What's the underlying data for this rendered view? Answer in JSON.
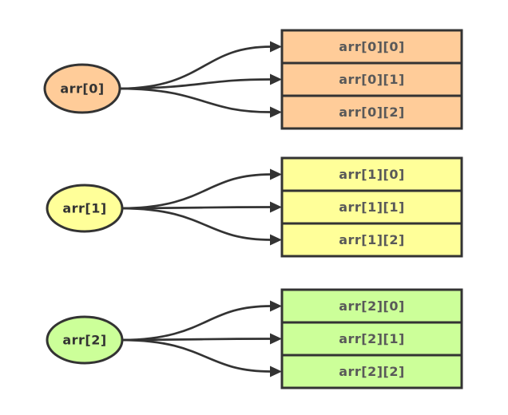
{
  "diagram": {
    "description": "two-dimensional array pointer diagram",
    "colors": {
      "stroke": "#333333",
      "background": "#ffffff",
      "pointer_text": "#333333",
      "cell_text": "#595959"
    },
    "groups": [
      {
        "pointer_label": "arr[0]",
        "fill": "#ffcc99",
        "cells": [
          "arr[0][0]",
          "arr[0][1]",
          "arr[0][2]"
        ]
      },
      {
        "pointer_label": "arr[1]",
        "fill": "#ffff99",
        "cells": [
          "arr[1][0]",
          "arr[1][1]",
          "arr[1][2]"
        ]
      },
      {
        "pointer_label": "arr[2]",
        "fill": "#ccff99",
        "cells": [
          "arr[2][0]",
          "arr[2][1]",
          "arr[2][2]"
        ]
      }
    ]
  }
}
